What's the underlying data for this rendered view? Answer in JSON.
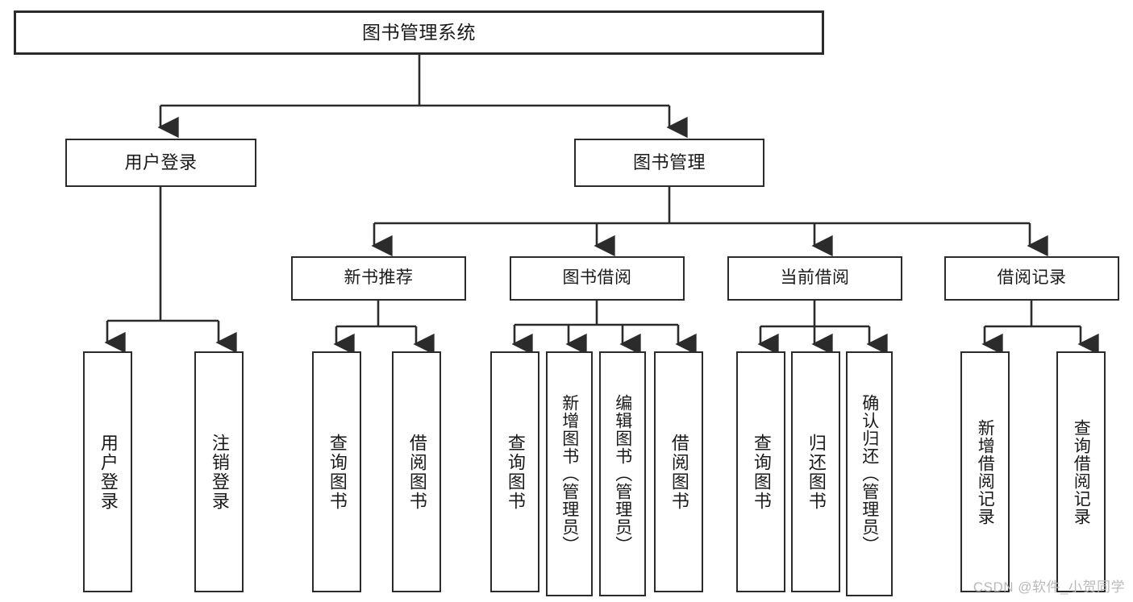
{
  "diagram": {
    "title": "图书管理系统",
    "type": "hierarchy-tree",
    "watermark": "CSDN @软件_小贺同学",
    "colors": {
      "box_border": "#2b2b2b",
      "box_fill": "#ffffff",
      "edge": "#2b2b2b",
      "text": "#1a1a1a",
      "watermark": "#b9b9b9"
    },
    "nodes": {
      "root": {
        "label": "图书管理系统"
      },
      "level2": [
        {
          "id": "user-login",
          "label": "用户登录"
        },
        {
          "id": "book-manage",
          "label": "图书管理"
        }
      ],
      "level3": [
        {
          "id": "new-book-recommend",
          "label": "新书推荐"
        },
        {
          "id": "book-borrow",
          "label": "图书借阅"
        },
        {
          "id": "current-borrow",
          "label": "当前借阅"
        },
        {
          "id": "borrow-record",
          "label": "借阅记录"
        }
      ],
      "leaves": [
        {
          "id": "leaf-user-login",
          "label": "用户登录",
          "parent": "user-login"
        },
        {
          "id": "leaf-logout-login",
          "label": "注销登录",
          "parent": "user-login"
        },
        {
          "id": "leaf-query-book-1",
          "label": "查询图书",
          "parent": "new-book-recommend"
        },
        {
          "id": "leaf-borrow-book-1",
          "label": "借阅图书",
          "parent": "new-book-recommend"
        },
        {
          "id": "leaf-query-book-2",
          "label": "查询图书",
          "parent": "book-borrow"
        },
        {
          "id": "leaf-add-book",
          "label": "新增图书（管理员）",
          "parent": "book-borrow"
        },
        {
          "id": "leaf-edit-book",
          "label": "编辑图书（管理员）",
          "parent": "book-borrow"
        },
        {
          "id": "leaf-borrow-book-2",
          "label": "借阅图书",
          "parent": "book-borrow"
        },
        {
          "id": "leaf-query-book-3",
          "label": "查询图书",
          "parent": "current-borrow"
        },
        {
          "id": "leaf-return-book",
          "label": "归还图书",
          "parent": "current-borrow"
        },
        {
          "id": "leaf-confirm-return",
          "label": "确认归还（管理员）",
          "parent": "current-borrow"
        },
        {
          "id": "leaf-add-record",
          "label": "新增借阅记录",
          "parent": "borrow-record"
        },
        {
          "id": "leaf-query-record",
          "label": "查询借阅记录",
          "parent": "borrow-record"
        }
      ]
    }
  }
}
